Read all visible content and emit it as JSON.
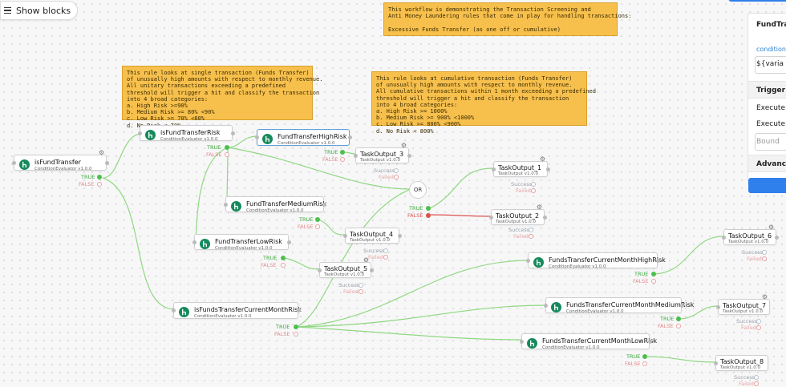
{
  "toolbar": {
    "show_blocks_label": "Show blocks"
  },
  "notes": {
    "workflow": [
      "This workflow is demonstrating the Transaction Screening and",
      "Anti Money Laundering rules that come in play for handling transactions:",
      "",
      "Excessive Funds Transfer (as one off or cumulative)"
    ],
    "single": [
      "This rule looks at single transaction (Funds Transfer)",
      "of unusually high amounts with respect to monthly revenue.",
      "All unitary transactions exceeding a predefined",
      "threshold will trigger a hit and classify the transaction",
      "into 4 broad categories:",
      "a. High Risk >=90%",
      "b. Medium Risk >= 80% <90%",
      "c. Low Risk >= 70% <80%",
      "d. No Risk < 70%"
    ],
    "cumulative": [
      "This rule looks at cumulative transaction (Funds Transfer)",
      "of unusually high amounts with respect to monthly revenue.",
      "All cumulative transactions within 1 month exceeding a predefined",
      "threshold will trigger a hit and classify the transaction",
      "into 4 broad categories:",
      "a. High Risk >= 1000%",
      "b. Medium Risk >= 900% <1000%",
      "c. Low Risk >= 800% <900%",
      "d. No Risk < 800%"
    ]
  },
  "node_types": {
    "condition": "ConditionEvaluator v1.0.0",
    "task": "TaskOutput v1.0.0"
  },
  "port_labels": {
    "true": "TRUE",
    "false": "FALSE",
    "success": "Success",
    "failed": "Failed"
  },
  "or_label": "OR",
  "nodes": {
    "isFundTransfer": "isFundTransfer",
    "isFundTransferRisk": "isFundTransferRisk",
    "FundTransferHighRisk": "FundTransferHighRisk",
    "FundTransferMediumRisk": "FundTransferMediumRisk",
    "FundTransferLowRisk": "FundTransferLowRisk",
    "isFundsTransferCurrentMonthRisk": "isFundsTransferCurrentMonthRisk",
    "FundsTransferCurrentMonthHighRisk": "FundsTransferCurrentMonthHighRisk",
    "FundsTransferCurrentMonthMediumRisk": "FundsTransferCurrentMonthMediumRisk",
    "FundsTransferCurrentMonthLowRisk": "FundsTransferCurrentMonthLowRisk",
    "TaskOutput_1": "TaskOutput_1",
    "TaskOutput_2": "TaskOutput_2",
    "TaskOutput_3": "TaskOutput_3",
    "TaskOutput_4": "TaskOutput_4",
    "TaskOutput_5": "TaskOutput_5",
    "TaskOutput_6": "TaskOutput_6",
    "TaskOutput_7": "TaskOutput_7",
    "TaskOutput_8": "TaskOutput_8"
  },
  "panel": {
    "title": "FundTrans",
    "condition_label": "condition",
    "condition_value": "${varia",
    "trigger_label": "Trigger se",
    "execute_1": "Execute o",
    "execute_2": "Execute o",
    "bound_placeholder": "Bound",
    "advanced_label": "Advanced"
  },
  "colors": {
    "edge_true": "#7ccf6e",
    "edge_false": "#d9534f",
    "true_port": "#4cbf4c",
    "false_port": "#e07070",
    "note": "#f7c04d",
    "icon": "#168a5c",
    "accent": "#2f80ed"
  }
}
